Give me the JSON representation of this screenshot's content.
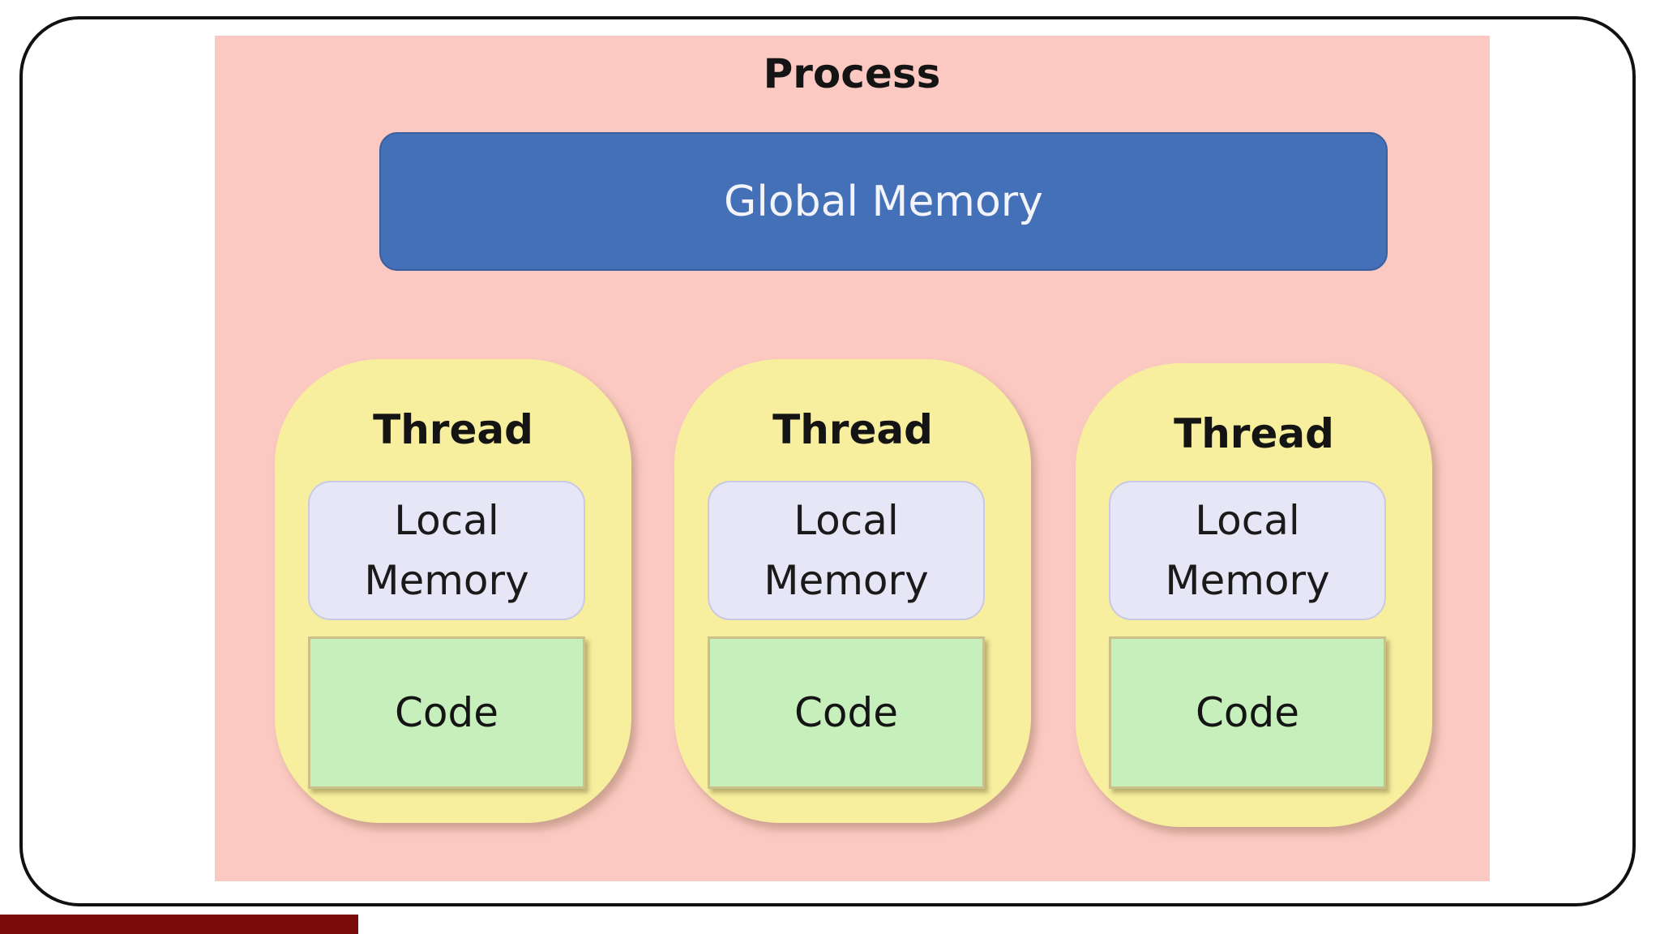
{
  "process": {
    "title": "Process",
    "global_memory_label": "Global Memory"
  },
  "threads": [
    {
      "title": "Thread",
      "local_memory_line1": "Local",
      "local_memory_line2": "Memory",
      "code_label": "Code"
    },
    {
      "title": "Thread",
      "local_memory_line1": "Local",
      "local_memory_line2": "Memory",
      "code_label": "Code"
    },
    {
      "title": "Thread",
      "local_memory_line1": "Local",
      "local_memory_line2": "Memory",
      "code_label": "Code"
    }
  ],
  "colors": {
    "process_background": "#fbc9c1",
    "global_memory": "#4470b8",
    "thread": "#f7ee9e",
    "local_memory": "#e6e6f6",
    "code": "#c6efbc",
    "footer_bar": "#7a0a0a"
  }
}
